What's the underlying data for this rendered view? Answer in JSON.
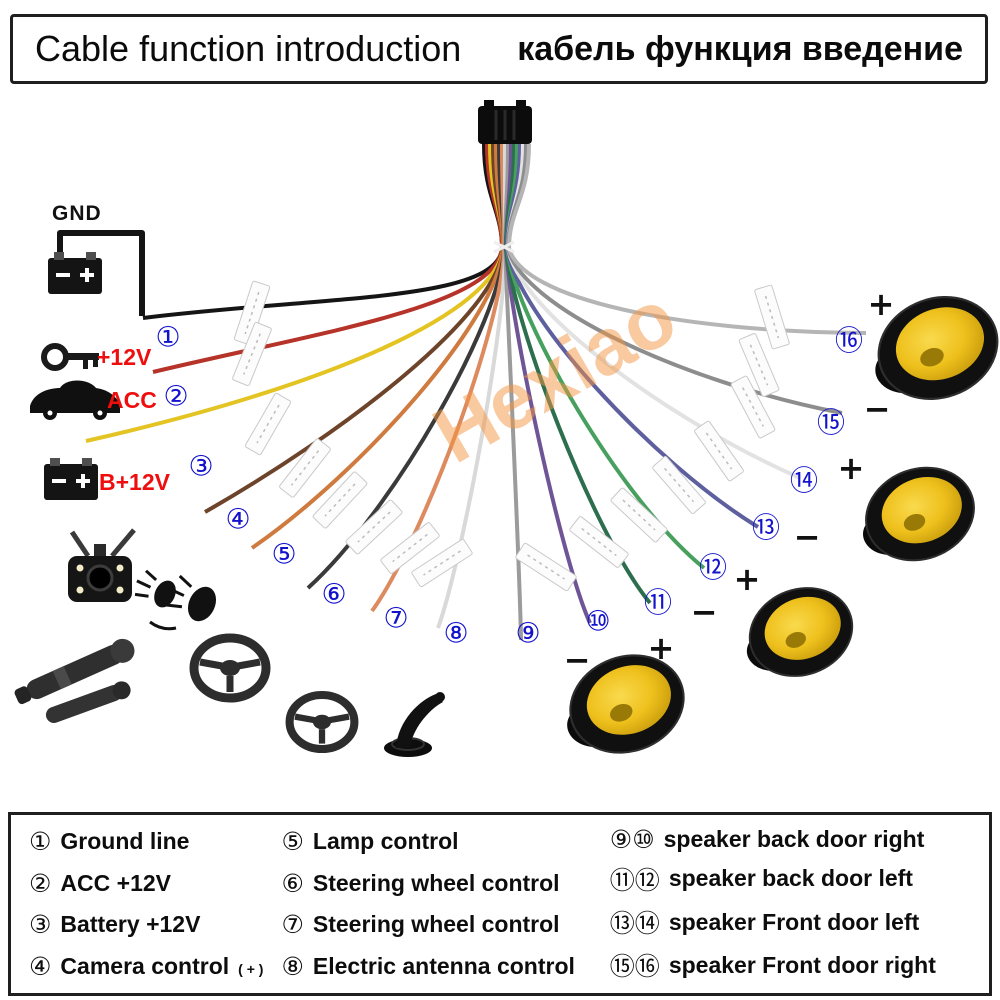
{
  "header": {
    "title_en": "Cable function introduction",
    "title_ru": "кабель функция введение"
  },
  "watermark": "Hexiao",
  "diagram": {
    "labels": {
      "gnd": "GND",
      "acc_12v": "+12V",
      "acc": "ACC",
      "battery_12v": "B+12V"
    },
    "wire_numbers": [
      "①",
      "②",
      "③",
      "④",
      "⑤",
      "⑥",
      "⑦",
      "⑧",
      "⑨",
      "⑩",
      "⑪",
      "⑫",
      "⑬",
      "⑭",
      "⑮",
      "⑯"
    ],
    "polarity_signs": [
      "−",
      "+",
      "−",
      "+",
      "−",
      "+",
      "−",
      "+"
    ]
  },
  "legend": {
    "items": [
      {
        "num": "①",
        "label": "Ground line"
      },
      {
        "num": "②",
        "label": "ACC +12V"
      },
      {
        "num": "③",
        "label": "Battery +12V"
      },
      {
        "num": "④",
        "label": "Camera control",
        "suffix": "( + )"
      },
      {
        "num": "⑤",
        "label": "Lamp control"
      },
      {
        "num": "⑥",
        "label": "Steering wheel control"
      },
      {
        "num": "⑦",
        "label": "Steering wheel control"
      },
      {
        "num": "⑧",
        "label": "Electric antenna control"
      },
      {
        "num": "⑨⑩",
        "label": "speaker back door right"
      },
      {
        "num": "⑪⑫",
        "label": "speaker back door left"
      },
      {
        "num": "⑬⑭",
        "label": "speaker Front door left"
      },
      {
        "num": "⑮⑯",
        "label": "speaker Front door right"
      }
    ]
  }
}
